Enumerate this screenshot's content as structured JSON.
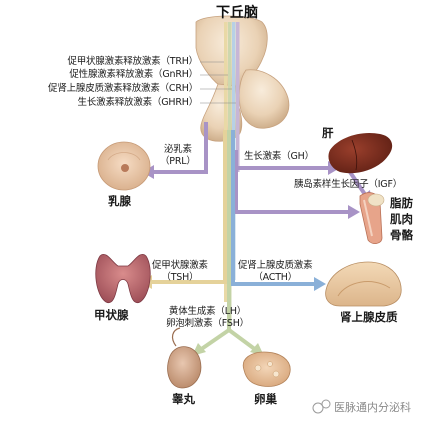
{
  "title": "下丘脑",
  "hypothalamic_hormones": [
    "促甲状腺激素释放激素（TRH）",
    "促性腺激素释放激素（GnRH）",
    "促肾上腺皮质激素释放激素（CRH）",
    "生长激素释放激素（GHRH）"
  ],
  "pituitary_hormones": {
    "prl": "泌乳素\n（PRL）",
    "gh": "生长激素（GH）",
    "igf": "胰岛素样生长因子（IGF）",
    "tsh": "促甲状腺激素\n（TSH）",
    "acth": "促肾上腺皮质激素\n（ACTH）",
    "lh_fsh": "黄体生成素（LH）\n卵泡刺激素（FSH）"
  },
  "organs": {
    "breast": "乳腺",
    "liver": "肝",
    "fat": "脂肪",
    "muscle": "肌肉",
    "bone": "骨骼",
    "thyroid": "甲状腺",
    "adrenal": "肾上腺皮质",
    "testis": "睾丸",
    "ovary": "卵巢"
  },
  "watermark": "医脉通内分泌科",
  "colors": {
    "trh": "#e9d9a6",
    "gnrh": "#cdd7ae",
    "crh": "#b7d0e6",
    "ghrh": "#c7b6d6",
    "arrow_purple": "#a893c6",
    "arrow_blue": "#8ab0d8",
    "arrow_yellow": "#e5d29a",
    "arrow_green": "#c3d3a6",
    "gland": "#ead2b5"
  }
}
